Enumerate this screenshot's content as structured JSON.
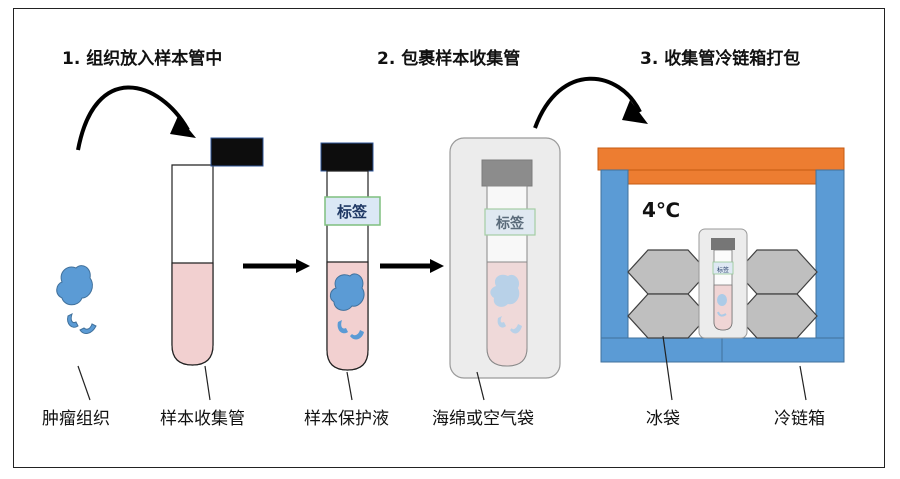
{
  "steps": {
    "step1": "1. 组织放入样本管中",
    "step2": "2. 包裹样本收集管",
    "step3": "3. 收集管冷链箱打包"
  },
  "labels": {
    "tumor": "肿瘤组织",
    "tube": "样本收集管",
    "fluid": "样本保护液",
    "wrap": "海绵或空气袋",
    "ice": "冰袋",
    "box": "冷链箱"
  },
  "tag_text": "标签",
  "temperature": "4℃",
  "colors": {
    "tissue": "#5b9bd5",
    "cap": "#0d0d0d",
    "liquid": "#f2d0d0",
    "tag_fill": "#dbe8f5",
    "tag_border": "#7fbf7f",
    "box_side": "#5b9bd5",
    "box_lid": "#ed7d31",
    "ice_pack": "#bfbfbf",
    "wrap_bg": "#ececec"
  }
}
